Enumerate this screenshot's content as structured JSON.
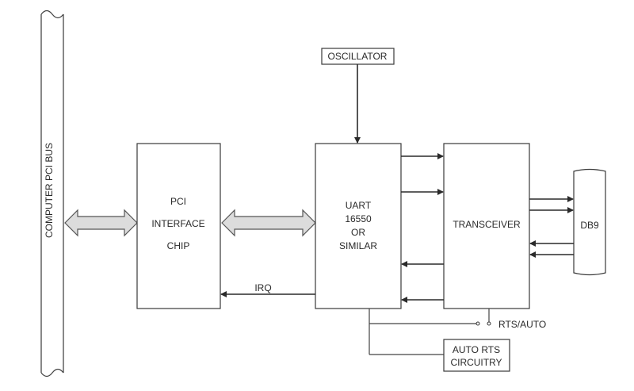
{
  "bus": {
    "label": "COMPUTER PCI BUS"
  },
  "blocks": {
    "pci_chip": [
      "PCI",
      "INTERFACE",
      "CHIP"
    ],
    "uart": [
      "UART",
      "16550",
      "OR",
      "SIMILAR"
    ],
    "transceiver": "TRANSCEIVER",
    "connector": "DB9",
    "oscillator": "OSCILLATOR",
    "auto_rts": [
      "AUTO RTS",
      "CIRCUITRY"
    ]
  },
  "signals": {
    "irq": "IRQ",
    "rts_auto": "RTS/AUTO"
  }
}
